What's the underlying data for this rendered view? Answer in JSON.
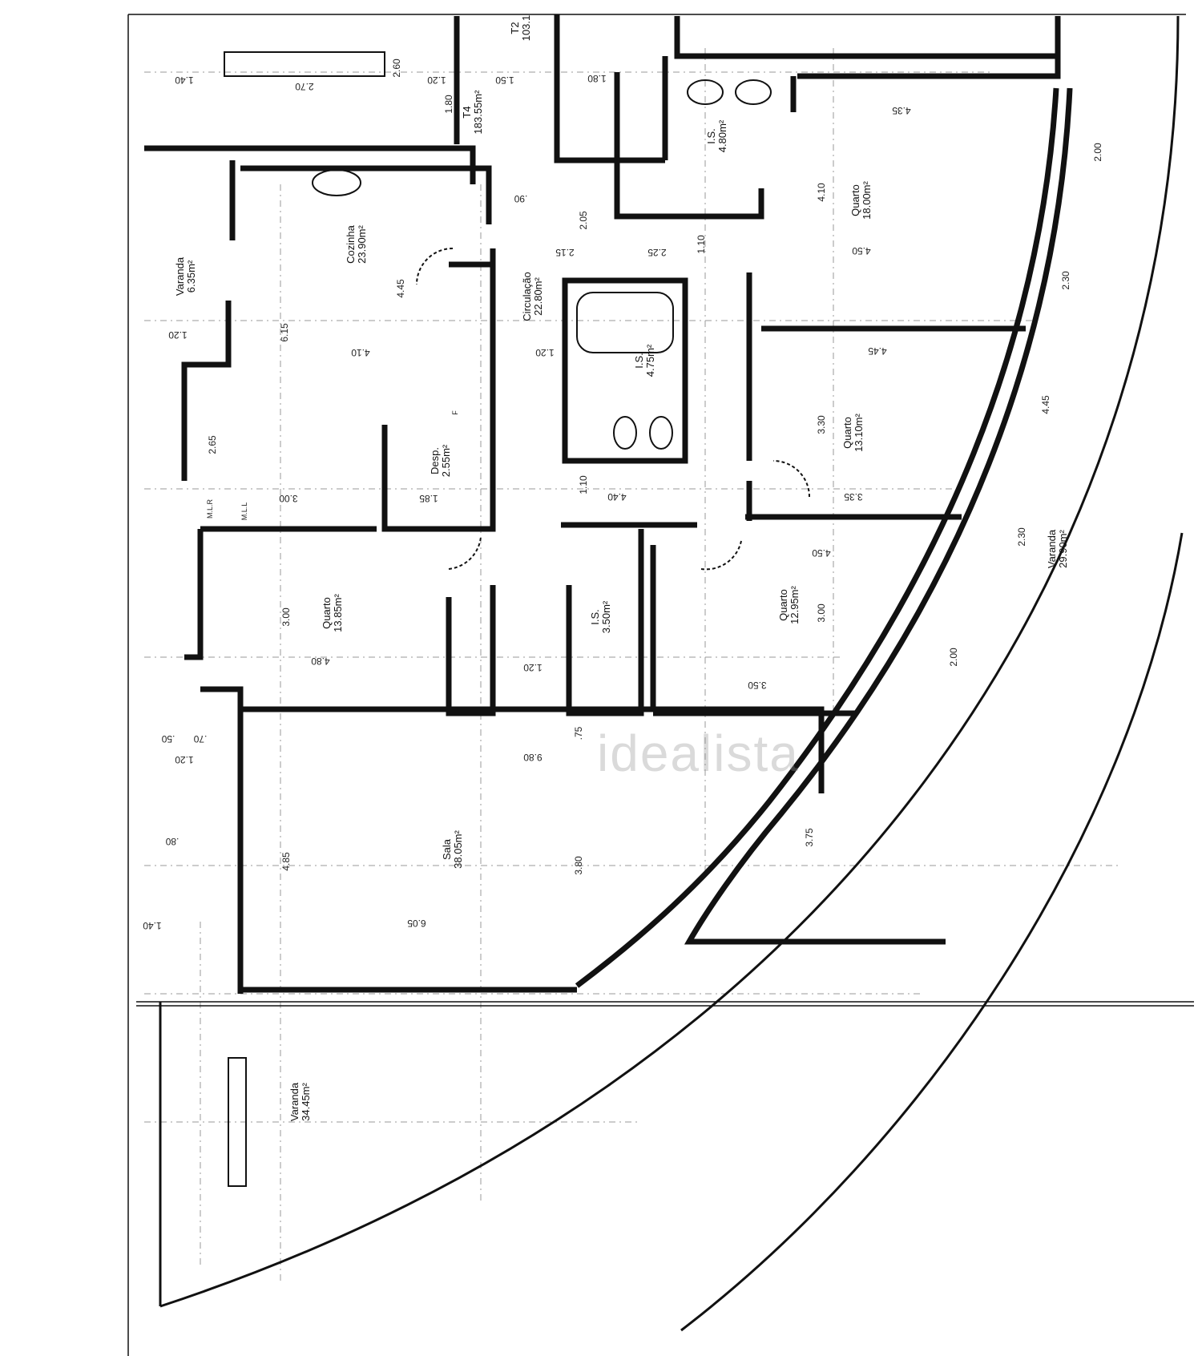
{
  "plan": {
    "type": "apartment floor plan",
    "units": [
      {
        "name": "T4",
        "area": "183.55m²"
      },
      {
        "name": "T2",
        "area": "103.1"
      }
    ],
    "rooms": [
      {
        "name": "Varanda",
        "area": "6.35m²"
      },
      {
        "name": "Cozinha",
        "area": "23.90m²"
      },
      {
        "name": "Circulação",
        "area": "22.80m²"
      },
      {
        "name": "I.S.",
        "area": "4.75m²"
      },
      {
        "name": "Desp.",
        "area": "2.55m²"
      },
      {
        "name": "I.S.",
        "area": "4.80m²"
      },
      {
        "name": "Quarto",
        "area": "18.00m²"
      },
      {
        "name": "Quarto",
        "area": "13.10m²"
      },
      {
        "name": "Quarto",
        "area": "12.95m²"
      },
      {
        "name": "Quarto",
        "area": "13.85m²"
      },
      {
        "name": "I.S.",
        "area": "3.50m²"
      },
      {
        "name": "Sala",
        "area": "38.05m²"
      },
      {
        "name": "Varanda",
        "area": "34.45m²"
      },
      {
        "name": "Varanda",
        "area": "29.90m²"
      }
    ],
    "dimensions": [
      "1.40",
      "2.70",
      "2.60",
      "1.20",
      "1.50",
      "1.80",
      "1.80",
      "4.35",
      "4.10",
      "2.00",
      "2.05",
      "2.15",
      "2.25",
      "1.10",
      "4.50",
      "4.45",
      "4.10",
      "6.15",
      "4.45",
      "1.20",
      "1.20",
      "2.30",
      "3.30",
      "4.45",
      "2.65",
      "3.00",
      "1.85",
      "4.40",
      "3.35",
      "1.10",
      "4.50",
      "3.00",
      "3.00",
      "4.80",
      "1.20",
      "3.50",
      "9.80",
      "4.85",
      "3.80",
      "6.05",
      "3.75",
      "2.00",
      "2.30",
      "1.40",
      ".90",
      ".75",
      ".80",
      "1.20",
      ".50",
      ".70"
    ],
    "symbols": [
      "M.L.R",
      "M.L.L",
      "F"
    ],
    "watermark": "idealista"
  }
}
